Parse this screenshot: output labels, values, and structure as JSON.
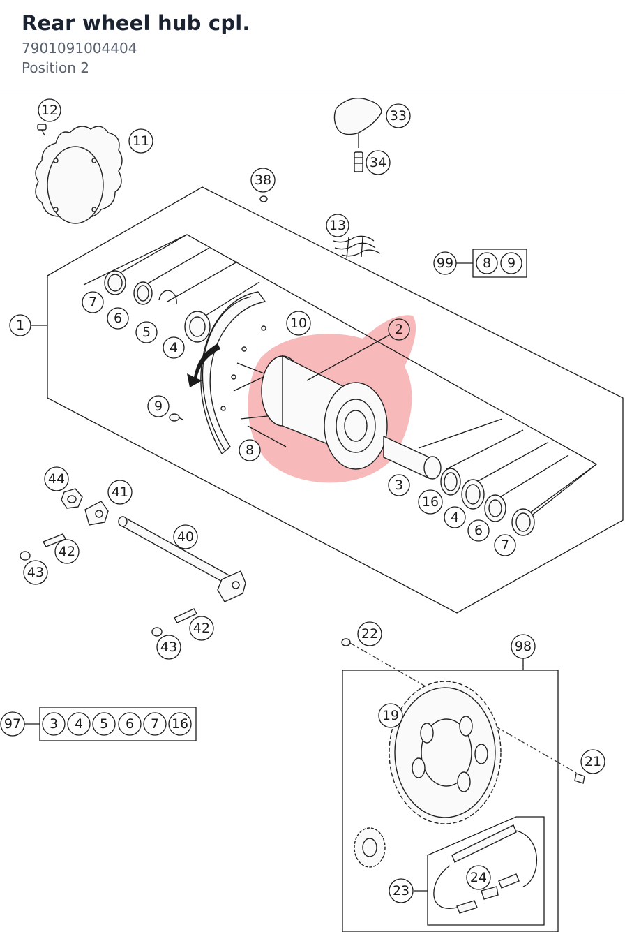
{
  "header": {
    "title": "Rear wheel hub cpl.",
    "part_number": "7901091004404",
    "position": "Position 2"
  },
  "diagram": {
    "highlight_color": "#f08080",
    "callouts": [
      {
        "label": "1"
      },
      {
        "label": "2"
      },
      {
        "label": "3"
      },
      {
        "label": "4"
      },
      {
        "label": "4"
      },
      {
        "label": "5"
      },
      {
        "label": "6"
      },
      {
        "label": "6"
      },
      {
        "label": "7"
      },
      {
        "label": "7"
      },
      {
        "label": "8"
      },
      {
        "label": "9"
      },
      {
        "label": "10"
      },
      {
        "label": "11"
      },
      {
        "label": "12"
      },
      {
        "label": "13"
      },
      {
        "label": "16"
      },
      {
        "label": "19"
      },
      {
        "label": "21"
      },
      {
        "label": "22"
      },
      {
        "label": "23"
      },
      {
        "label": "24"
      },
      {
        "label": "33"
      },
      {
        "label": "34"
      },
      {
        "label": "38"
      },
      {
        "label": "40"
      },
      {
        "label": "41"
      },
      {
        "label": "42"
      },
      {
        "label": "42"
      },
      {
        "label": "43"
      },
      {
        "label": "43"
      },
      {
        "label": "44"
      },
      {
        "label": "97"
      },
      {
        "label": "98"
      },
      {
        "label": "99"
      }
    ],
    "kit_99": {
      "label": "99",
      "items": [
        "8",
        "9"
      ]
    },
    "kit_97": {
      "label": "97",
      "items": [
        "3",
        "4",
        "5",
        "6",
        "7",
        "16"
      ]
    }
  }
}
